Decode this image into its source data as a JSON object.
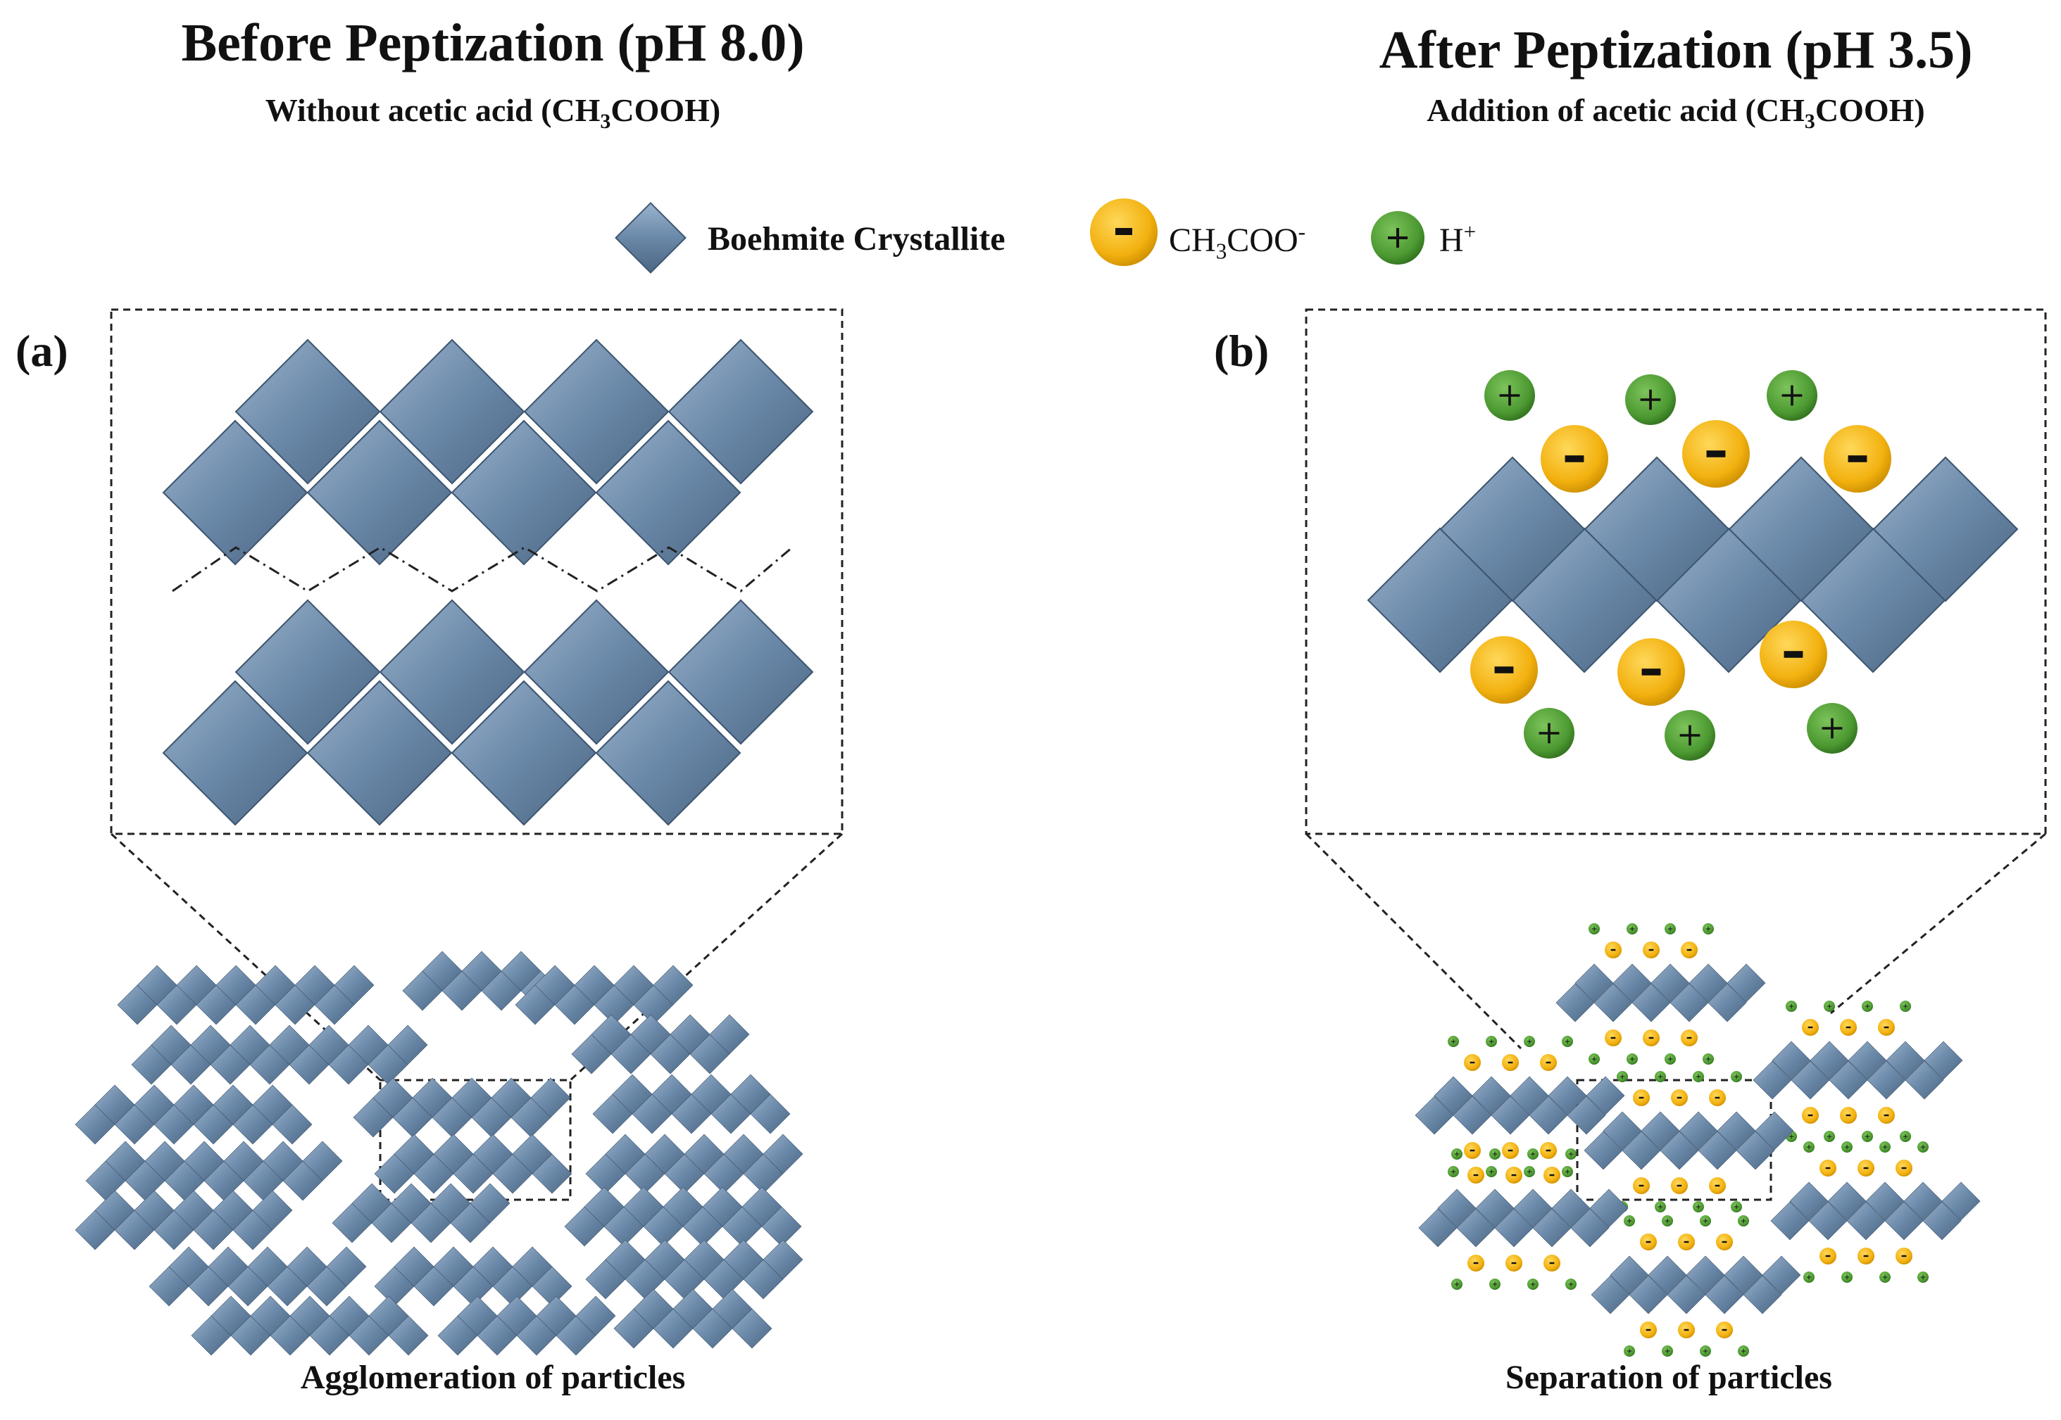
{
  "left": {
    "title": "Before Peptization (pH 8.0)",
    "subtitle_pre": "Without acetic acid (CH",
    "subtitle_sub": "3",
    "subtitle_post": "COOH)",
    "panel_label": "(a)",
    "caption": "Agglomeration of particles"
  },
  "right": {
    "title": "After Peptization (pH 3.5)",
    "subtitle_pre": "Addition of acetic acid (CH",
    "subtitle_sub": "3",
    "subtitle_post": "COOH)",
    "panel_label": "(b)",
    "caption": "Separation of particles"
  },
  "legend": {
    "crystallite_label": "Boehmite Crystallite",
    "anion_pre": "CH",
    "anion_sub": "3",
    "anion_post": "COO",
    "anion_sup": "-",
    "anion_sign": "−",
    "cation_pre": "H",
    "cation_sup": "+",
    "cation_sign": "+"
  },
  "colors": {
    "crystallite": "#6a88a8",
    "crystallite_light": "#86a2bf",
    "crystallite_dark": "#4f6a86",
    "anion": "#f2b10f",
    "cation": "#4d9a32",
    "dashes": "#222222"
  }
}
